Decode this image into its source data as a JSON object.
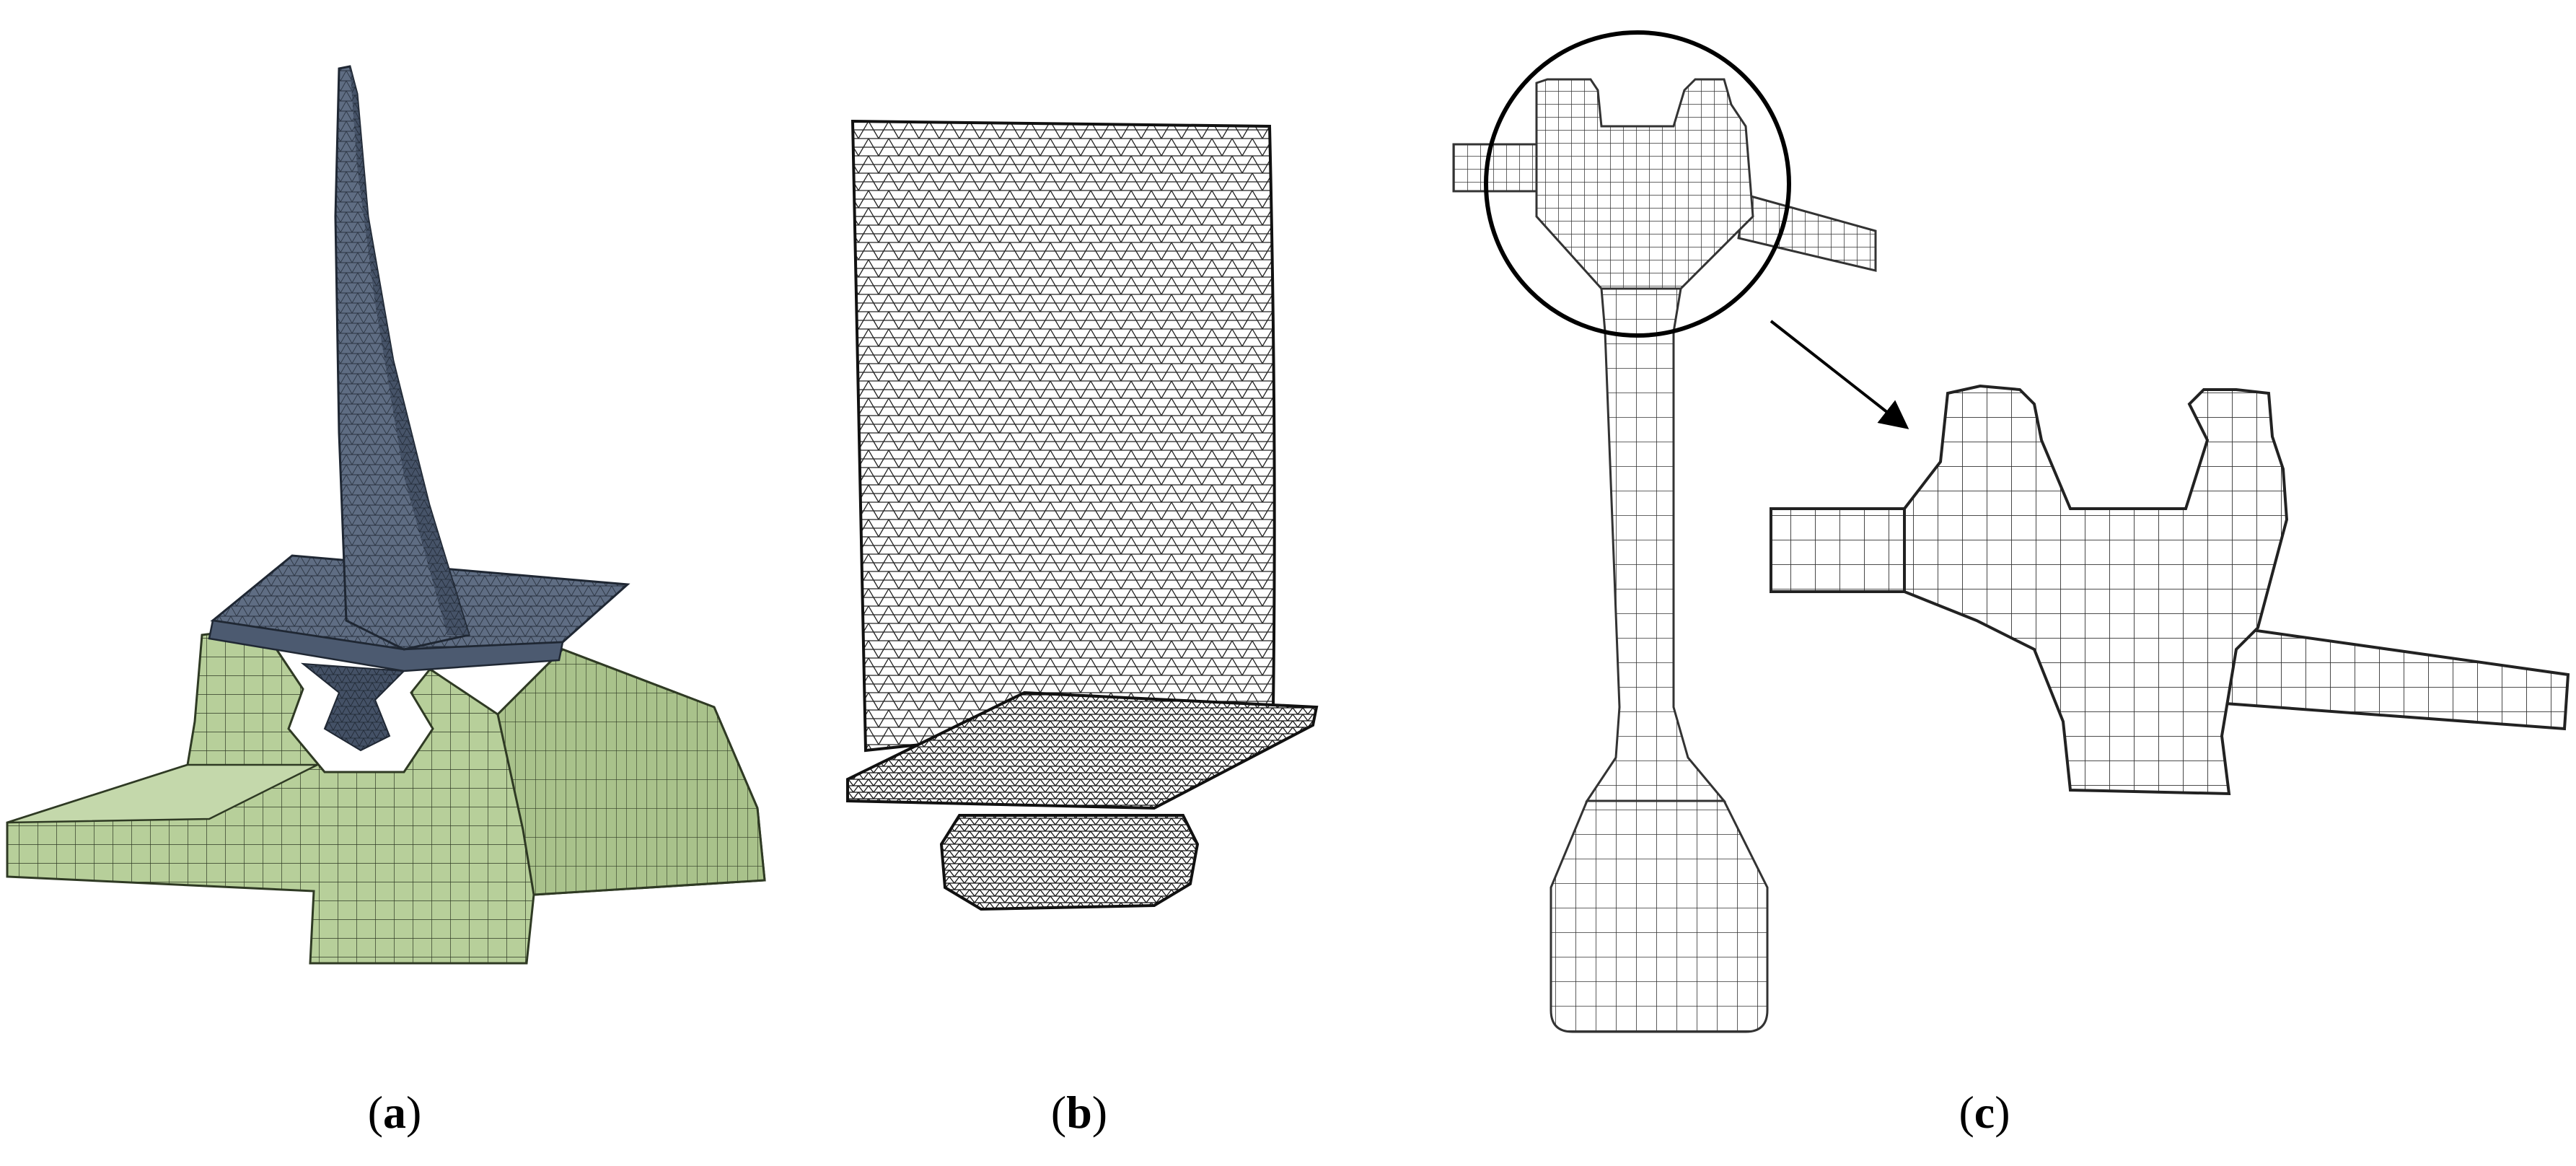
{
  "panels": [
    {
      "id": "a",
      "caption_paren_open": "(",
      "caption_letter": "a",
      "caption_paren_close": ")"
    },
    {
      "id": "b",
      "caption_paren_open": "(",
      "caption_letter": "b",
      "caption_paren_close": ")"
    },
    {
      "id": "c",
      "caption_paren_open": "(",
      "caption_letter": "c",
      "caption_paren_close": ")"
    }
  ],
  "colors": {
    "disk_green": "#b7cf9a",
    "disk_green_dark": "#98b07e",
    "blade_blue": "#5c6a80",
    "blade_blue_dark": "#3e4a5c",
    "platform_blue": "#6d7d94",
    "mesh_line": "#222222"
  }
}
